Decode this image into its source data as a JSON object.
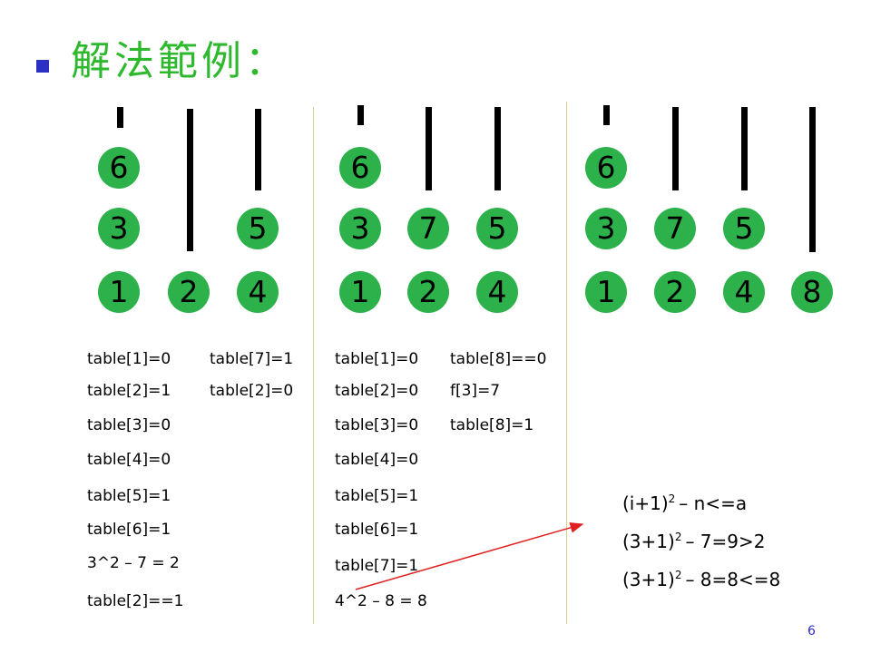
{
  "title": "解法範例：",
  "page_number": "6",
  "colors": {
    "accent_bullet": "#2b2fc4",
    "title": "#2db82d",
    "circle": "#2db14a",
    "arrow": "#e02020",
    "separator": "#d6d08a"
  },
  "panels": [
    {
      "circles": [
        "6",
        "3",
        "5",
        "1",
        "2",
        "4"
      ]
    },
    {
      "circles": [
        "6",
        "3",
        "7",
        "5",
        "1",
        "2",
        "4"
      ]
    },
    {
      "circles": [
        "6",
        "3",
        "7",
        "5",
        "1",
        "2",
        "4",
        "8"
      ]
    }
  ],
  "col1": [
    "table[1]=0",
    "table[2]=1",
    "table[3]=0",
    "table[4]=0",
    "table[5]=1",
    "table[6]=1",
    "3^2 – 7 = 2",
    "table[2]==1"
  ],
  "col2": [
    "table[7]=1",
    "table[2]=0"
  ],
  "col3": [
    "table[1]=0",
    "table[2]=0",
    "table[3]=0",
    "table[4]=0",
    "table[5]=1",
    "table[6]=1",
    "table[7]=1",
    "4^2 – 8 = 8"
  ],
  "col4": [
    "table[8]==0",
    "f[3]=7",
    "table[8]=1"
  ],
  "formulas": [
    {
      "base": "(i+1)",
      "exp": "2",
      "rest": "– n<=a"
    },
    {
      "base": "(3+1)",
      "exp": "2",
      "rest": "– 7=9>2"
    },
    {
      "base": "(3+1)",
      "exp": "2",
      "rest": "– 8=8<=8"
    }
  ]
}
